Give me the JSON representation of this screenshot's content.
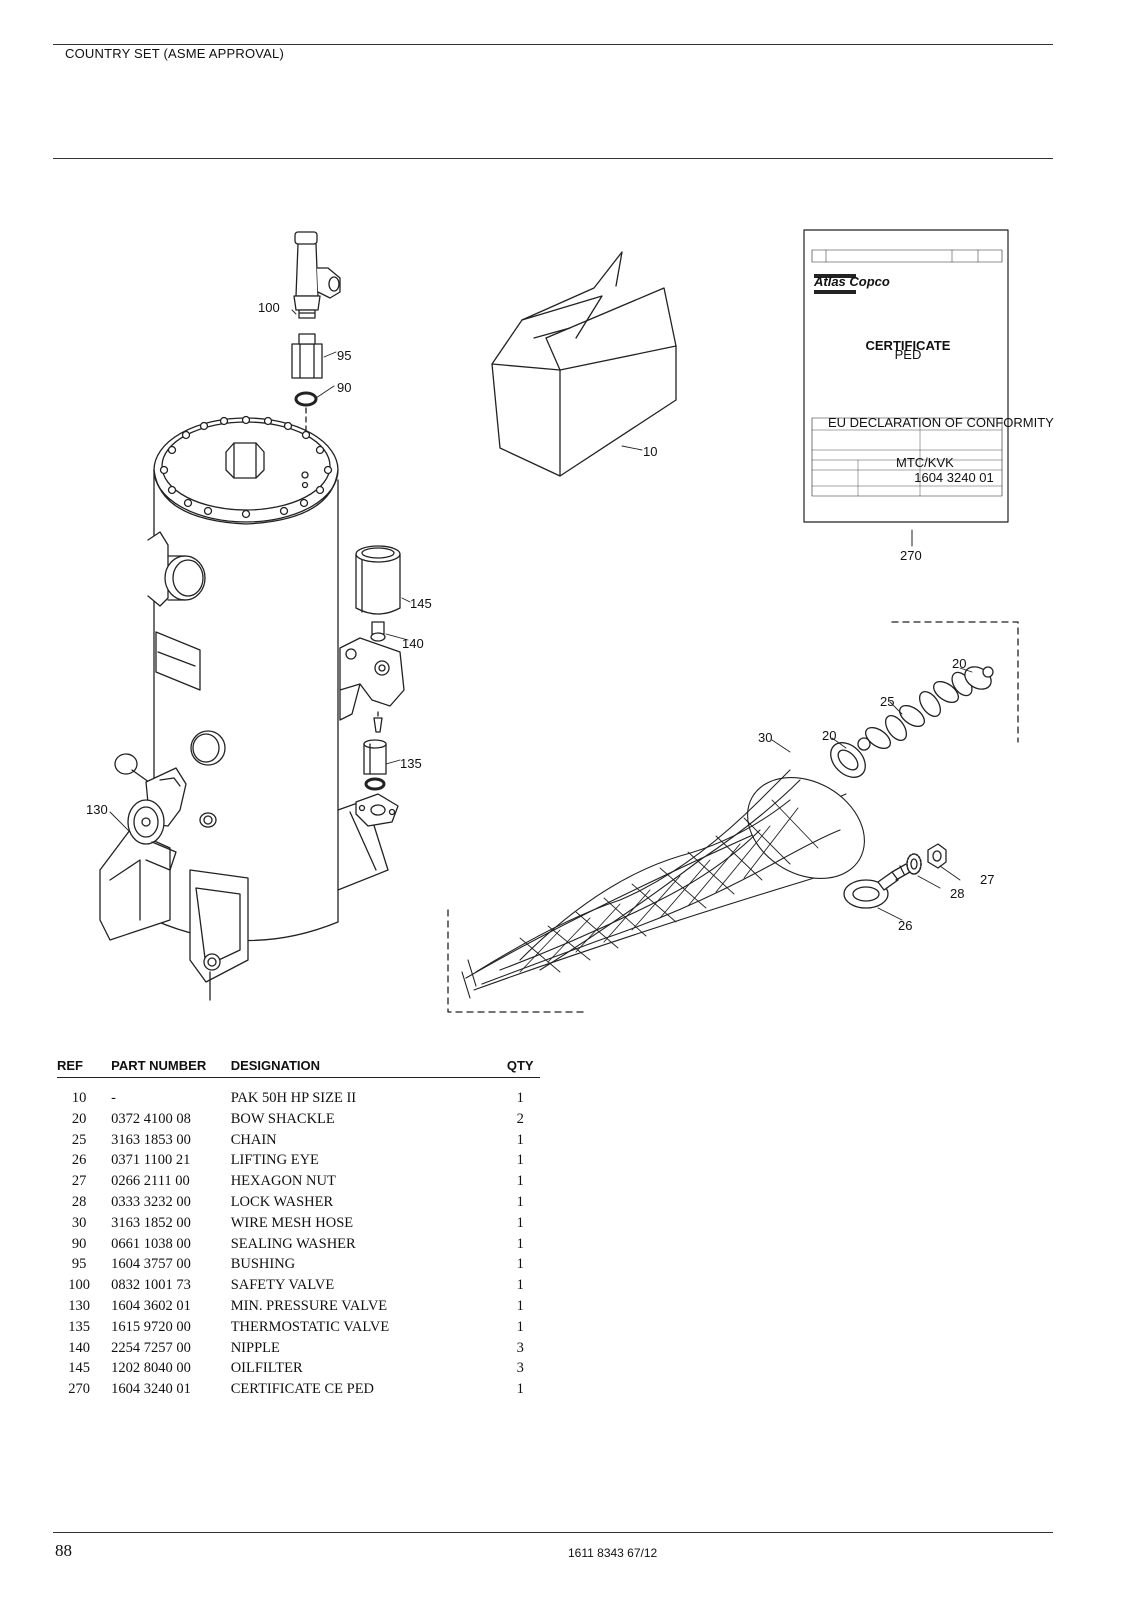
{
  "header": {
    "title": "COUNTRY SET (ASME APPROVAL)"
  },
  "callouts": {
    "c100": "100",
    "c95": "95",
    "c90": "90",
    "c10": "10",
    "c270": "270",
    "c145": "145",
    "c140": "140",
    "c135": "135",
    "c130": "130",
    "c20a": "20",
    "c20b": "20",
    "c25": "25",
    "c30": "30",
    "c27": "27",
    "c28": "28",
    "c26": "26"
  },
  "certificate": {
    "brand": "Atlas Copco",
    "title": "CERTIFICATE",
    "subtitle": "PED",
    "declaration": "EU DECLARATION OF CONFORMITY",
    "part_number": "1604 3240 01",
    "code": "MTC/KVK"
  },
  "table": {
    "headers": {
      "ref": "REF",
      "part_number": "PART NUMBER",
      "designation": "DESIGNATION",
      "qty": "QTY"
    },
    "rows": [
      {
        "ref": "10",
        "part_number": "-",
        "designation": "PAK 50H HP SIZE II",
        "qty": "1"
      },
      {
        "ref": "20",
        "part_number": "0372 4100 08",
        "designation": "BOW SHACKLE",
        "qty": "2"
      },
      {
        "ref": "25",
        "part_number": "3163 1853 00",
        "designation": "CHAIN",
        "qty": "1"
      },
      {
        "ref": "26",
        "part_number": "0371 1100 21",
        "designation": "LIFTING EYE",
        "qty": "1"
      },
      {
        "ref": "27",
        "part_number": "0266 2111 00",
        "designation": "HEXAGON NUT",
        "qty": "1"
      },
      {
        "ref": "28",
        "part_number": "0333 3232 00",
        "designation": "LOCK WASHER",
        "qty": "1"
      },
      {
        "ref": "30",
        "part_number": "3163 1852 00",
        "designation": "WIRE MESH HOSE",
        "qty": "1"
      },
      {
        "ref": "90",
        "part_number": "0661 1038 00",
        "designation": "SEALING WASHER",
        "qty": "1"
      },
      {
        "ref": "95",
        "part_number": "1604 3757 00",
        "designation": "BUSHING",
        "qty": "1"
      },
      {
        "ref": "100",
        "part_number": "0832 1001 73",
        "designation": "SAFETY VALVE",
        "qty": "1"
      },
      {
        "ref": "130",
        "part_number": "1604 3602 01",
        "designation": "MIN. PRESSURE VALVE",
        "qty": "1"
      },
      {
        "ref": "135",
        "part_number": "1615 9720 00",
        "designation": "THERMOSTATIC VALVE",
        "qty": "1"
      },
      {
        "ref": "140",
        "part_number": "2254 7257 00",
        "designation": "NIPPLE",
        "qty": "3"
      },
      {
        "ref": "145",
        "part_number": "1202 8040 00",
        "designation": "OILFILTER",
        "qty": "3"
      },
      {
        "ref": "270",
        "part_number": "1604 3240 01",
        "designation": "CERTIFICATE CE PED",
        "qty": "1"
      }
    ]
  },
  "footer": {
    "page_number": "88",
    "doc_code": "1611 8343 67/12"
  }
}
